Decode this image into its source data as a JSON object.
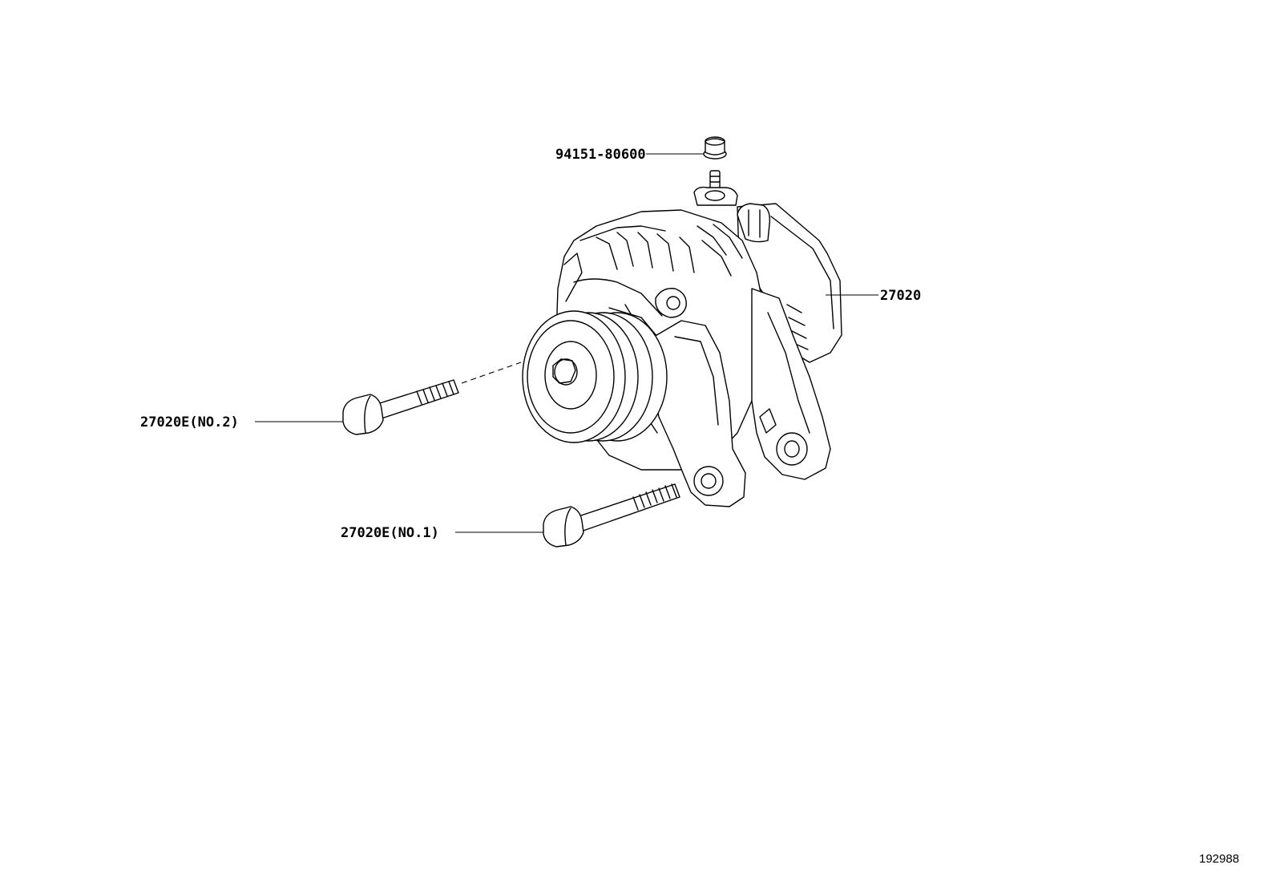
{
  "callouts": {
    "nut": "94151-80600",
    "alternator": "27020",
    "bolt_no2": "27020E(NO.2)",
    "bolt_no1": "27020E(NO.1)"
  },
  "figure_number": "192988"
}
